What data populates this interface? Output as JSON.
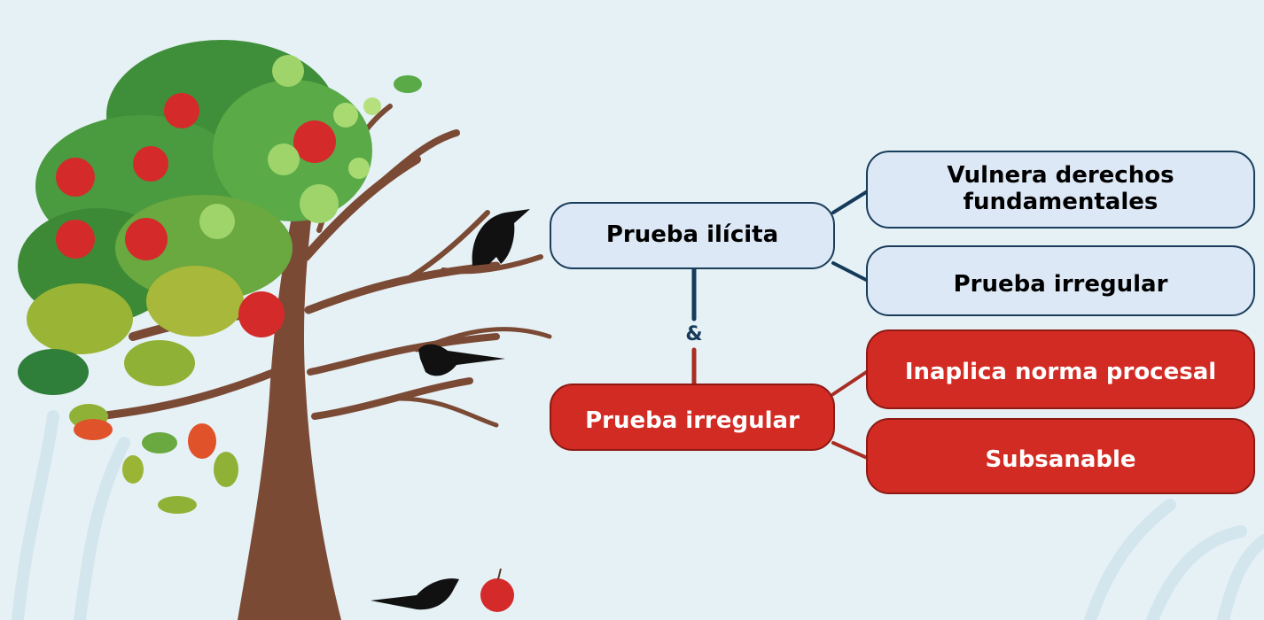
{
  "diagram": {
    "main_top": "Prueba ilícita",
    "main_bottom": "Prueba irregular",
    "connector": "&",
    "top_branches": [
      "Vulnera derechos fundamentales",
      "Prueba irregular"
    ],
    "bottom_branches": [
      "Inaplica norma procesal",
      "Subsanable"
    ]
  },
  "colors": {
    "background": "#e6f1f6",
    "blue_box": "#dce8f5",
    "blue_border": "#1a3d5c",
    "red_box": "#d22b24",
    "red_border": "#8e1a14",
    "trunk": "#7b4a35"
  }
}
